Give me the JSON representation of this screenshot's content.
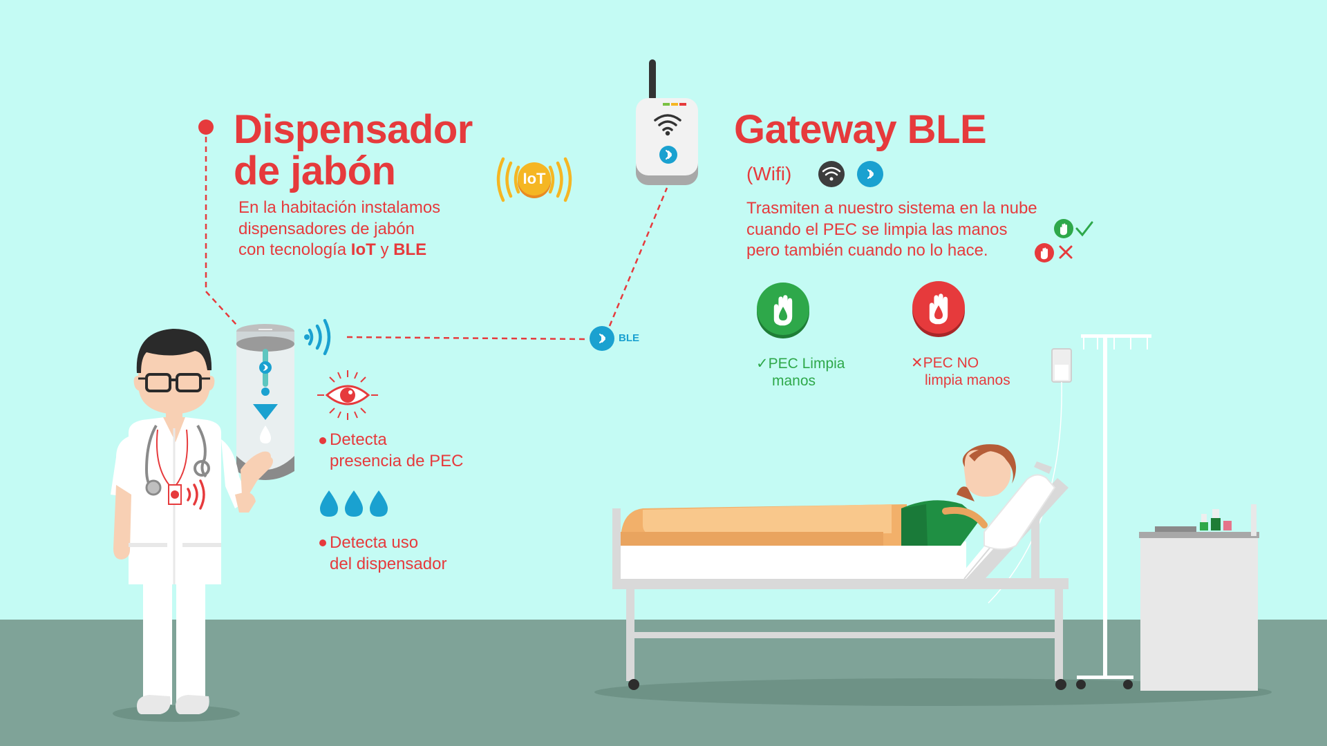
{
  "colors": {
    "wall": "#c4fbf4",
    "floor": "#7fa398",
    "accent_red": "#e63a3c",
    "accent_green": "#2ea84a",
    "ble_blue": "#1aa1d0",
    "iot_yellow": "#f5b623"
  },
  "dispenser": {
    "title_line1": "Dispensador",
    "title_line2": "de jabón",
    "desc_line1": "En la habitación instalamos",
    "desc_line2": "dispensadores de jabón",
    "desc_line3_prefix": "con tecnología ",
    "desc_line3_iot": "IoT",
    "desc_line3_mid": " y ",
    "desc_line3_ble": "BLE",
    "iot_badge": "IoT"
  },
  "gateway": {
    "title": "Gateway BLE",
    "wifi_label": "(Wifi)",
    "desc_line1": "Trasmiten a nuestro sistema en la nube",
    "desc_line2": "cuando el PEC se limpia las manos",
    "desc_line3": "pero también cuando no lo hace."
  },
  "ble_node_label": "BLE",
  "detections": {
    "presence_line1": "Detecta",
    "presence_line2": "presencia de PEC",
    "usage_line1": "Detecta uso",
    "usage_line2": "del dispensador"
  },
  "status": {
    "clean_mark": "✓",
    "clean_line1": "PEC Limpia",
    "clean_line2": "manos",
    "dirty_mark": "✕",
    "dirty_line1": "PEC NO",
    "dirty_line2": "limpia manos"
  },
  "icons": [
    "bluetooth-icon",
    "wifi-icon",
    "eye-icon",
    "water-drop-icon",
    "clean-hand-icon",
    "dirty-hand-icon",
    "check-icon",
    "cross-icon",
    "signal-waves-icon",
    "iot-badge-icon"
  ]
}
